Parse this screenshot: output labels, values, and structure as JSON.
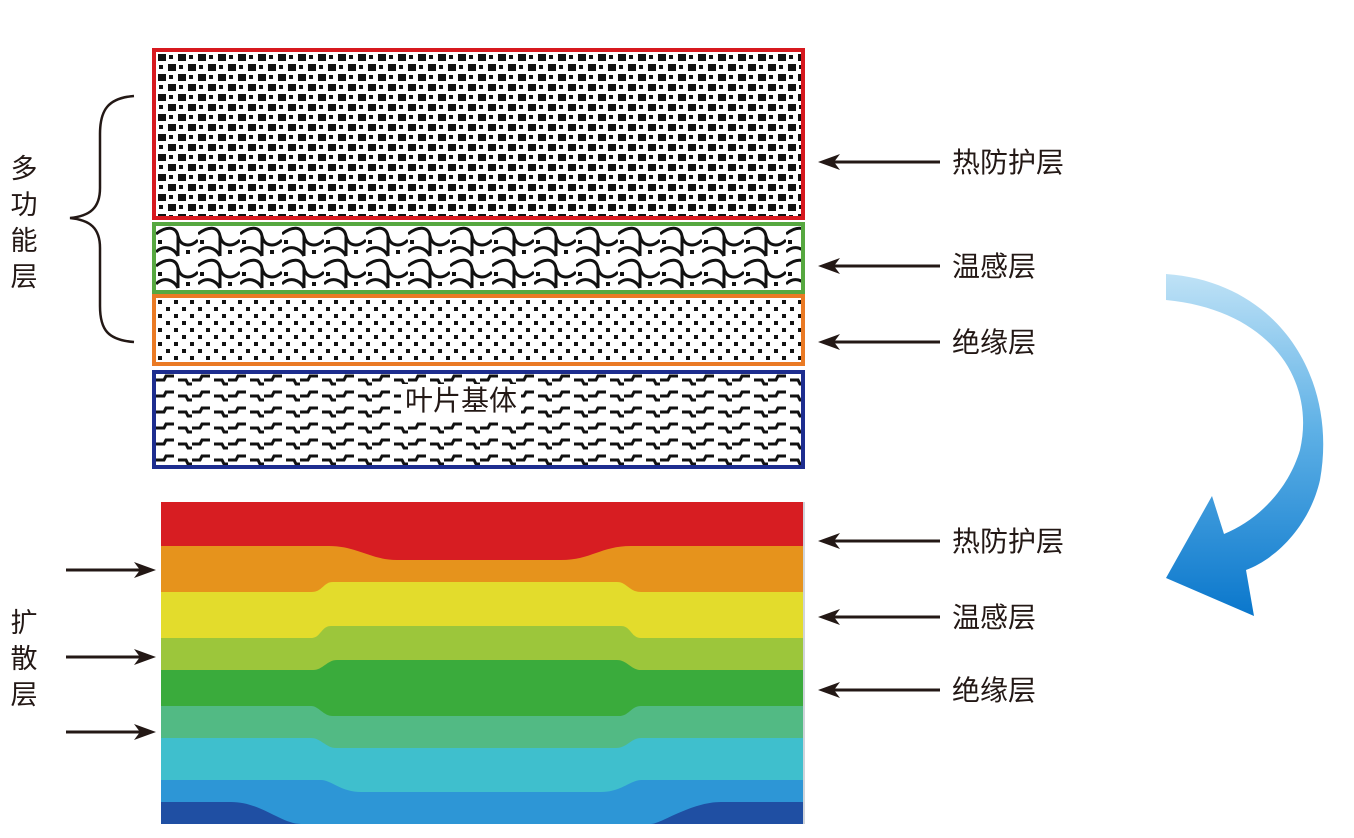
{
  "top": {
    "group_label": [
      "多",
      "功",
      "能",
      "层"
    ],
    "layers": [
      {
        "name": "热防护层",
        "border_color": "#d7191f"
      },
      {
        "name": "温感层",
        "border_color": "#56a840"
      },
      {
        "name": "绝缘层",
        "border_color": "#ea7a24"
      },
      {
        "name": "叶片基体",
        "border_color": "#1d2d8f"
      }
    ],
    "right_labels": [
      "热防护层",
      "温感层",
      "绝缘层"
    ],
    "base_label": "叶片基体"
  },
  "bottom": {
    "left_label": [
      "扩",
      "散",
      "层"
    ],
    "right_labels": [
      "热防护层",
      "温感层",
      "绝缘层"
    ],
    "bands": [
      "#d71d22",
      "#e6931c",
      "#e3dc2c",
      "#9cc63b",
      "#3aab3c",
      "#52ba84",
      "#3fbfcd",
      "#2d96d6",
      "#1f4fa3"
    ]
  },
  "colors": {
    "arrow": "#231815",
    "curved_arrow_light": "#bfe2f6",
    "curved_arrow_dark": "#0a77cc"
  }
}
